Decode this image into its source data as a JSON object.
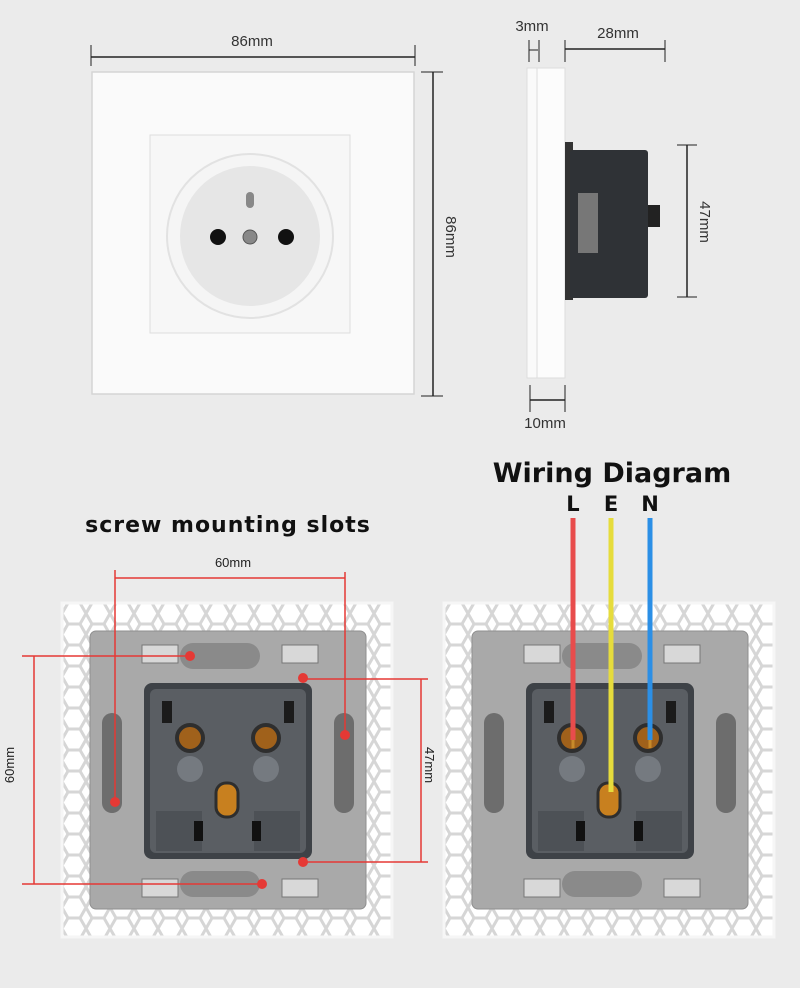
{
  "front_view": {
    "width_label": "86mm",
    "height_label": "86mm"
  },
  "side_view": {
    "plate_label": "3mm",
    "depth_label": "28mm",
    "body_height_label": "47mm",
    "total_plate_label": "10mm"
  },
  "mounting": {
    "title": "screw mounting slots",
    "horizontal_label": "60mm",
    "vertical_label": "60mm",
    "module_label": "47mm",
    "marker_color": "#e53935"
  },
  "wiring": {
    "title": "Wiring Diagram",
    "wires": [
      {
        "label": "L",
        "color": "#e84c4c"
      },
      {
        "label": "E",
        "color": "#e6dc3c"
      },
      {
        "label": "N",
        "color": "#2b8fe6"
      }
    ]
  }
}
